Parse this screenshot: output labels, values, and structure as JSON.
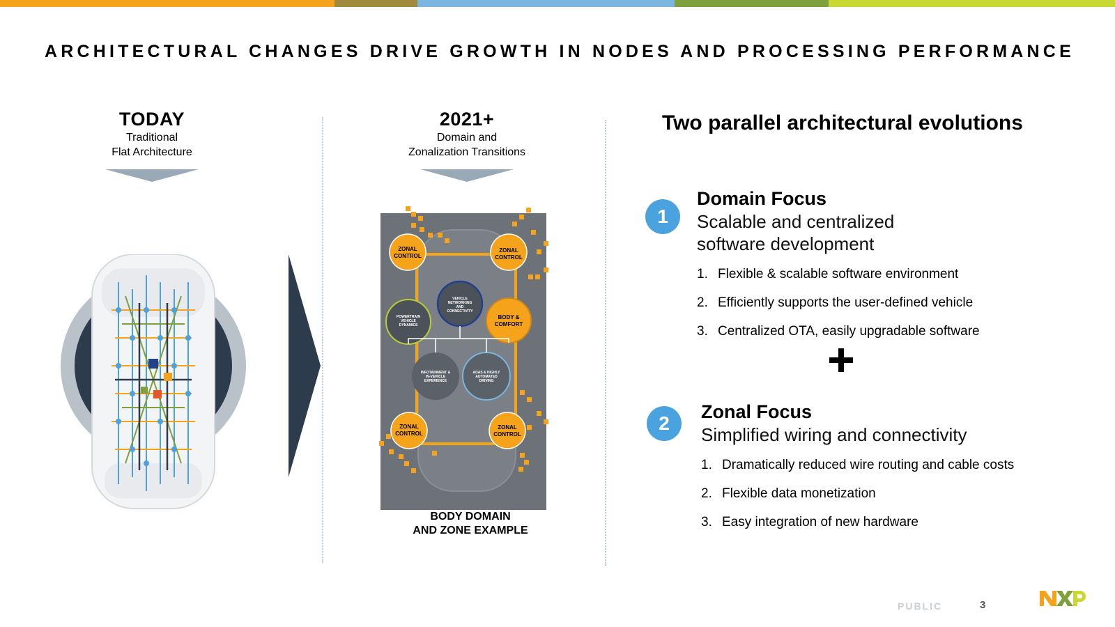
{
  "colors": {
    "topbar": [
      "#f5a31a",
      "#a08a3c",
      "#7cb5e0",
      "#7fa03c",
      "#c9d832"
    ],
    "accent_orange": "#f5a31a",
    "badge_blue": "#4aa3df",
    "dark_arrow": "#2d3c4c"
  },
  "slide": {
    "title": "ARCHITECTURAL CHANGES DRIVE GROWTH IN NODES AND PROCESSING PERFORMANCE"
  },
  "today": {
    "heading": "TODAY",
    "line1": "Traditional",
    "line2": "Flat Architecture"
  },
  "future": {
    "heading": "2021+",
    "line1": "Domain and",
    "line2": "Zonalization Transitions",
    "caption_line1": "BODY DOMAIN",
    "caption_line2": "AND ZONE EXAMPLE",
    "zones": {
      "top_left": [
        "ZONAL",
        "CONTROL"
      ],
      "top_right": [
        "ZONAL",
        "CONTROL"
      ],
      "bottom_left": [
        "ZONAL",
        "CONTROL"
      ],
      "bottom_right": [
        "ZONAL",
        "CONTROL"
      ]
    },
    "domains": {
      "vehicle": [
        "VEHICLE",
        "NETWORKING",
        "AND",
        "CONNECTIVITY"
      ],
      "powertrain": [
        "POWERTRAIN",
        "VEHICLE",
        "DYNAMICS"
      ],
      "body": [
        "BODY &",
        "COMFORT"
      ],
      "infotainment": [
        "INFOTAINMENT &",
        "IN-VEHICLE",
        "EXPERIENCE"
      ],
      "adas": [
        "ADAS & HIGHLY",
        "AUTOMATED",
        "DRIVING"
      ]
    }
  },
  "right": {
    "title": "Two parallel architectural evolutions",
    "domain": {
      "badge": "1",
      "title": "Domain Focus",
      "sub1": "Scalable and centralized",
      "sub2": "software development",
      "items": [
        {
          "num": "1.",
          "text": "Flexible & scalable software environment"
        },
        {
          "num": "2.",
          "text": "Efficiently supports the user-defined vehicle"
        },
        {
          "num": "3.",
          "text": "Centralized OTA, easily upgradable software"
        }
      ]
    },
    "zonal": {
      "badge": "2",
      "title": "Zonal Focus",
      "sub1": "Simplified wiring and connectivity",
      "items": [
        {
          "num": "1.",
          "text": "Dramatically reduced wire routing and cable costs"
        },
        {
          "num": "2.",
          "text": "Flexible data monetization"
        },
        {
          "num": "3.",
          "text": "Easy integration of new hardware"
        }
      ]
    }
  },
  "footer": {
    "classification": "PUBLIC",
    "page": "3",
    "logo_text": "NXP"
  }
}
